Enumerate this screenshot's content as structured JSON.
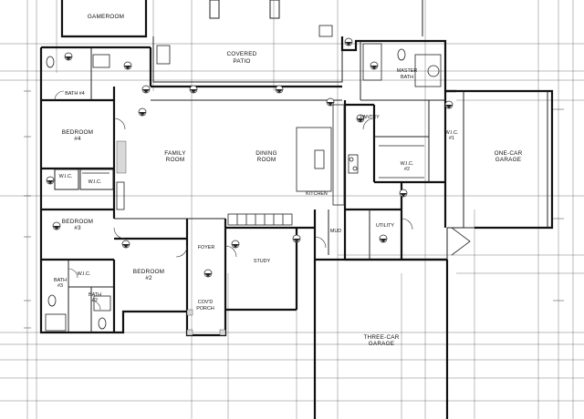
{
  "rooms": {
    "gameroom": "GAMEROOM",
    "covered_patio_1": "COVERED",
    "covered_patio_2": "PATIO",
    "master_bath_1": "MASTER",
    "master_bath_2": "BATH",
    "bath4": "BATH #4",
    "pantry": "PANTRY",
    "bedroom4_1": "BEDROOM",
    "bedroom4_2": "#4",
    "family_room_1": "FAMILY",
    "family_room_2": "ROOM",
    "dining_room_1": "DINING",
    "dining_room_2": "ROOM",
    "wic1_1": "W.I.C.",
    "wic1_2": "#1",
    "one_car_garage_1": "ONE-CAR",
    "one_car_garage_2": "GARAGE",
    "wic_left": "W.I.C.",
    "wic_left2": "W.I.C.",
    "wic2_1": "W.I.C.",
    "wic2_2": "#2",
    "kitchen": "KITCHEN",
    "bedroom3_1": "BEDROOM",
    "bedroom3_2": "#3",
    "utility": "UTILITY",
    "mud": "MUD",
    "foyer": "FOYER",
    "study": "STUDY",
    "bedroom2_1": "BEDROOM",
    "bedroom2_2": "#2",
    "bath3_1": "BATH",
    "bath3_2": "#3",
    "wic_b3": "W.I.C.",
    "bath2_1": "BATH",
    "bath2_2": "#2",
    "covd_porch_1": "COV'D",
    "covd_porch_2": "PORCH",
    "three_car_garage_1": "THREE-CAR",
    "three_car_garage_2": "GARAGE"
  },
  "colors": {
    "ink": "#111111",
    "paper": "#ffffff",
    "hatch": "#d9d9d9"
  }
}
